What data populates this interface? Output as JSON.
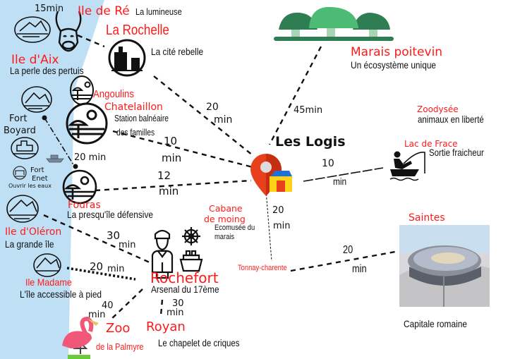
{
  "title": "Les Logis",
  "colors": {
    "sea": "#bfe0f4",
    "place_name": "#ff1a1a",
    "text": "#111111",
    "pin": "#e8401c"
  },
  "places": {
    "ile_de_re": {
      "name": "Ile de Ré",
      "desc": "La lumineuse",
      "time": "15min"
    },
    "la_rochelle": {
      "name": "La Rochelle",
      "desc": "La cité rebelle",
      "time_value": "20",
      "time_unit": "min"
    },
    "ile_d_aix": {
      "name": "Ile d'Aix",
      "desc": "La perle des pertuis"
    },
    "angoulins": {
      "name": "Angoulins"
    },
    "chatelaillon": {
      "name": "Chatelaillon",
      "desc_line1": "Station balnéaire",
      "desc_line2": "des familles",
      "time_value": "10",
      "time_unit": "min"
    },
    "fort_boyard": {
      "name_line1": "Fort",
      "name_line2": "Boyard",
      "time": "20 min"
    },
    "fort_enet": {
      "name_line1": "Fort",
      "name_line2": "Enet",
      "desc": "Ouvrir les eaux"
    },
    "fouras": {
      "name": "Fouras",
      "desc": "La presqu'île défensive",
      "time_value": "12",
      "time_unit": "min"
    },
    "ile_d_oleron": {
      "name": "Ile d'Oléron",
      "desc": "La grande île",
      "time_value": "30",
      "time_unit": "min"
    },
    "ile_madame": {
      "name": "Ile Madame",
      "desc": "L'île accessible à pied",
      "time_value": "20",
      "time_unit": "min"
    },
    "rochefort": {
      "name": "Rochefort",
      "desc": "Arsenal du 17ème",
      "time_value": "20",
      "time_unit": "min"
    },
    "zoo": {
      "name": "Zoo",
      "desc": "de la Palmyre",
      "time_value": "40",
      "time_unit": "min"
    },
    "royan": {
      "name": "Royan",
      "desc": "Le chapelet de criques",
      "time_value": "30",
      "time_unit": "min"
    },
    "cabane": {
      "name_line1": "Cabane",
      "name_line2": "de moing",
      "desc_line1": "Ecomusée du",
      "desc_line2": "marais"
    },
    "tonnay": {
      "name": "Tonnay-charente"
    },
    "marais": {
      "name": "Marais poitevin",
      "desc": "Un écosystème unique",
      "time": "45min"
    },
    "zoodysee": {
      "name": "Zoodysée",
      "desc": "animaux en liberté"
    },
    "lac": {
      "name": "Lac de Frace",
      "desc": "Sortie fraicheur",
      "time_value": "10",
      "time_unit": "min"
    },
    "saintes": {
      "name": "Saintes",
      "desc": "Capitale romaine",
      "time_value": "20",
      "time_unit": "min"
    }
  }
}
